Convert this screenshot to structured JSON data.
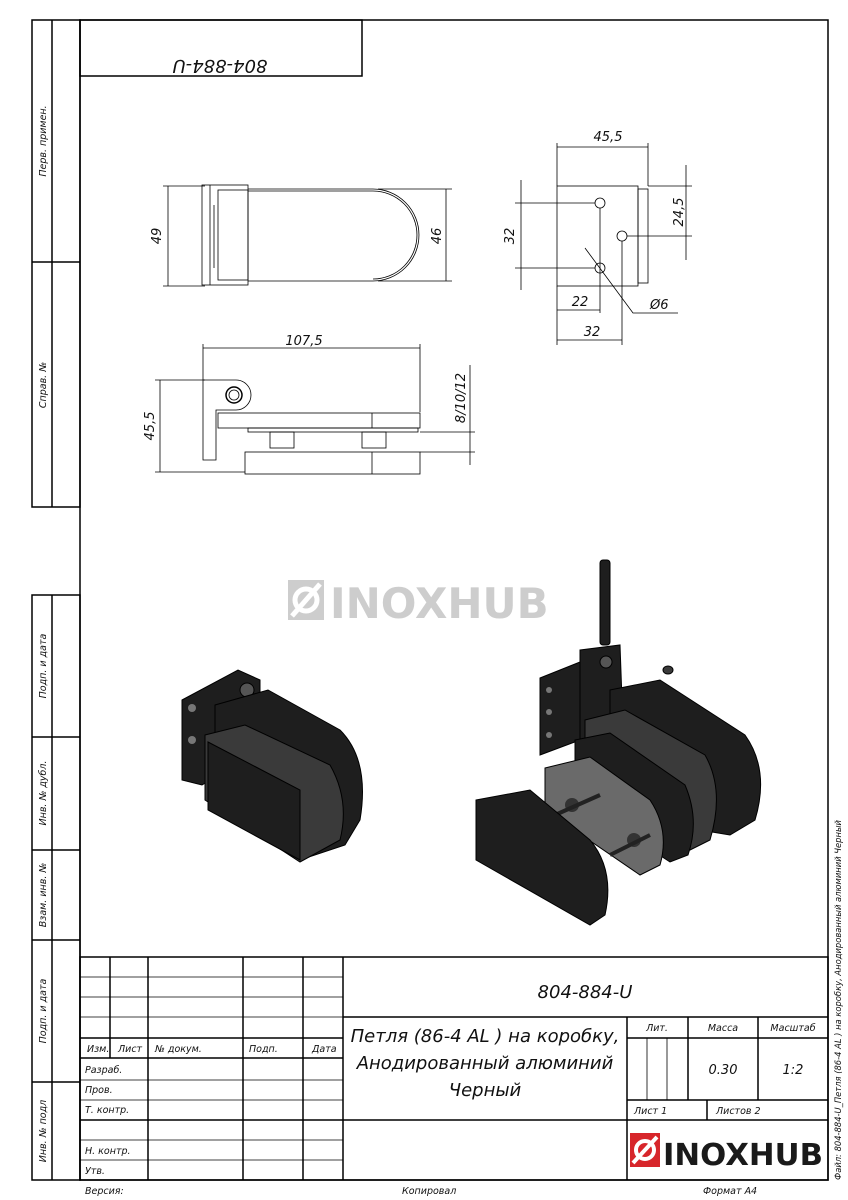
{
  "stamp_top": "804-884-U",
  "side_strip": {
    "perv_primen": "Перв. примен.",
    "sprav_no": "Справ. №",
    "podp_data_1": "Подп. и дата",
    "inv_dubl": "Инв. № дубл.",
    "vzam_inv": "Взам. инв. №",
    "podp_data_2": "Подп. и дата",
    "inv_podl": "Инв. № подл"
  },
  "dimensions": {
    "top_view_height_left": "49",
    "top_view_height_right": "46",
    "front_width": "107,5",
    "front_height": "45,5",
    "glass_thickness": "8/10/12",
    "side_width": "45,5",
    "hole_spacing_v": "32",
    "hole_offset_v": "24,5",
    "hole_offset_h1": "22",
    "hole_offset_h2": "32",
    "hole_diameter": "Ø6"
  },
  "watermark": "INOXHUB",
  "title_block": {
    "designation": "804-884-U",
    "title_lines": [
      "Петля (86-4 AL ) на коробку,",
      "Анодированный алюминий",
      "Черный"
    ],
    "headers": {
      "izm": "Изм.",
      "list": "Лист",
      "doc_no": "№ докум.",
      "podp": "Подп.",
      "data": "Дата"
    },
    "roles": [
      "Разраб.",
      "Пров.",
      "Т. контр.",
      "",
      "Н. контр.",
      "Утв."
    ],
    "lit_label": "Лит.",
    "mass_label": "Масса",
    "scale_label": "Масштаб",
    "mass": "0.30",
    "scale": "1:2",
    "sheet": "Лист 1",
    "sheets": "Листов 2",
    "logo": "INOXHUB"
  },
  "footer": {
    "version": "Версия:",
    "copied": "Копировал",
    "format": "Формат A4"
  },
  "file_label": "Файл: 804-884-U_Петля (86-4 AL ) на коробку, Анодированный алюминий Черный",
  "colors": {
    "logo_red": "#d7262b",
    "watermark_grey": "#c8c8c8"
  }
}
